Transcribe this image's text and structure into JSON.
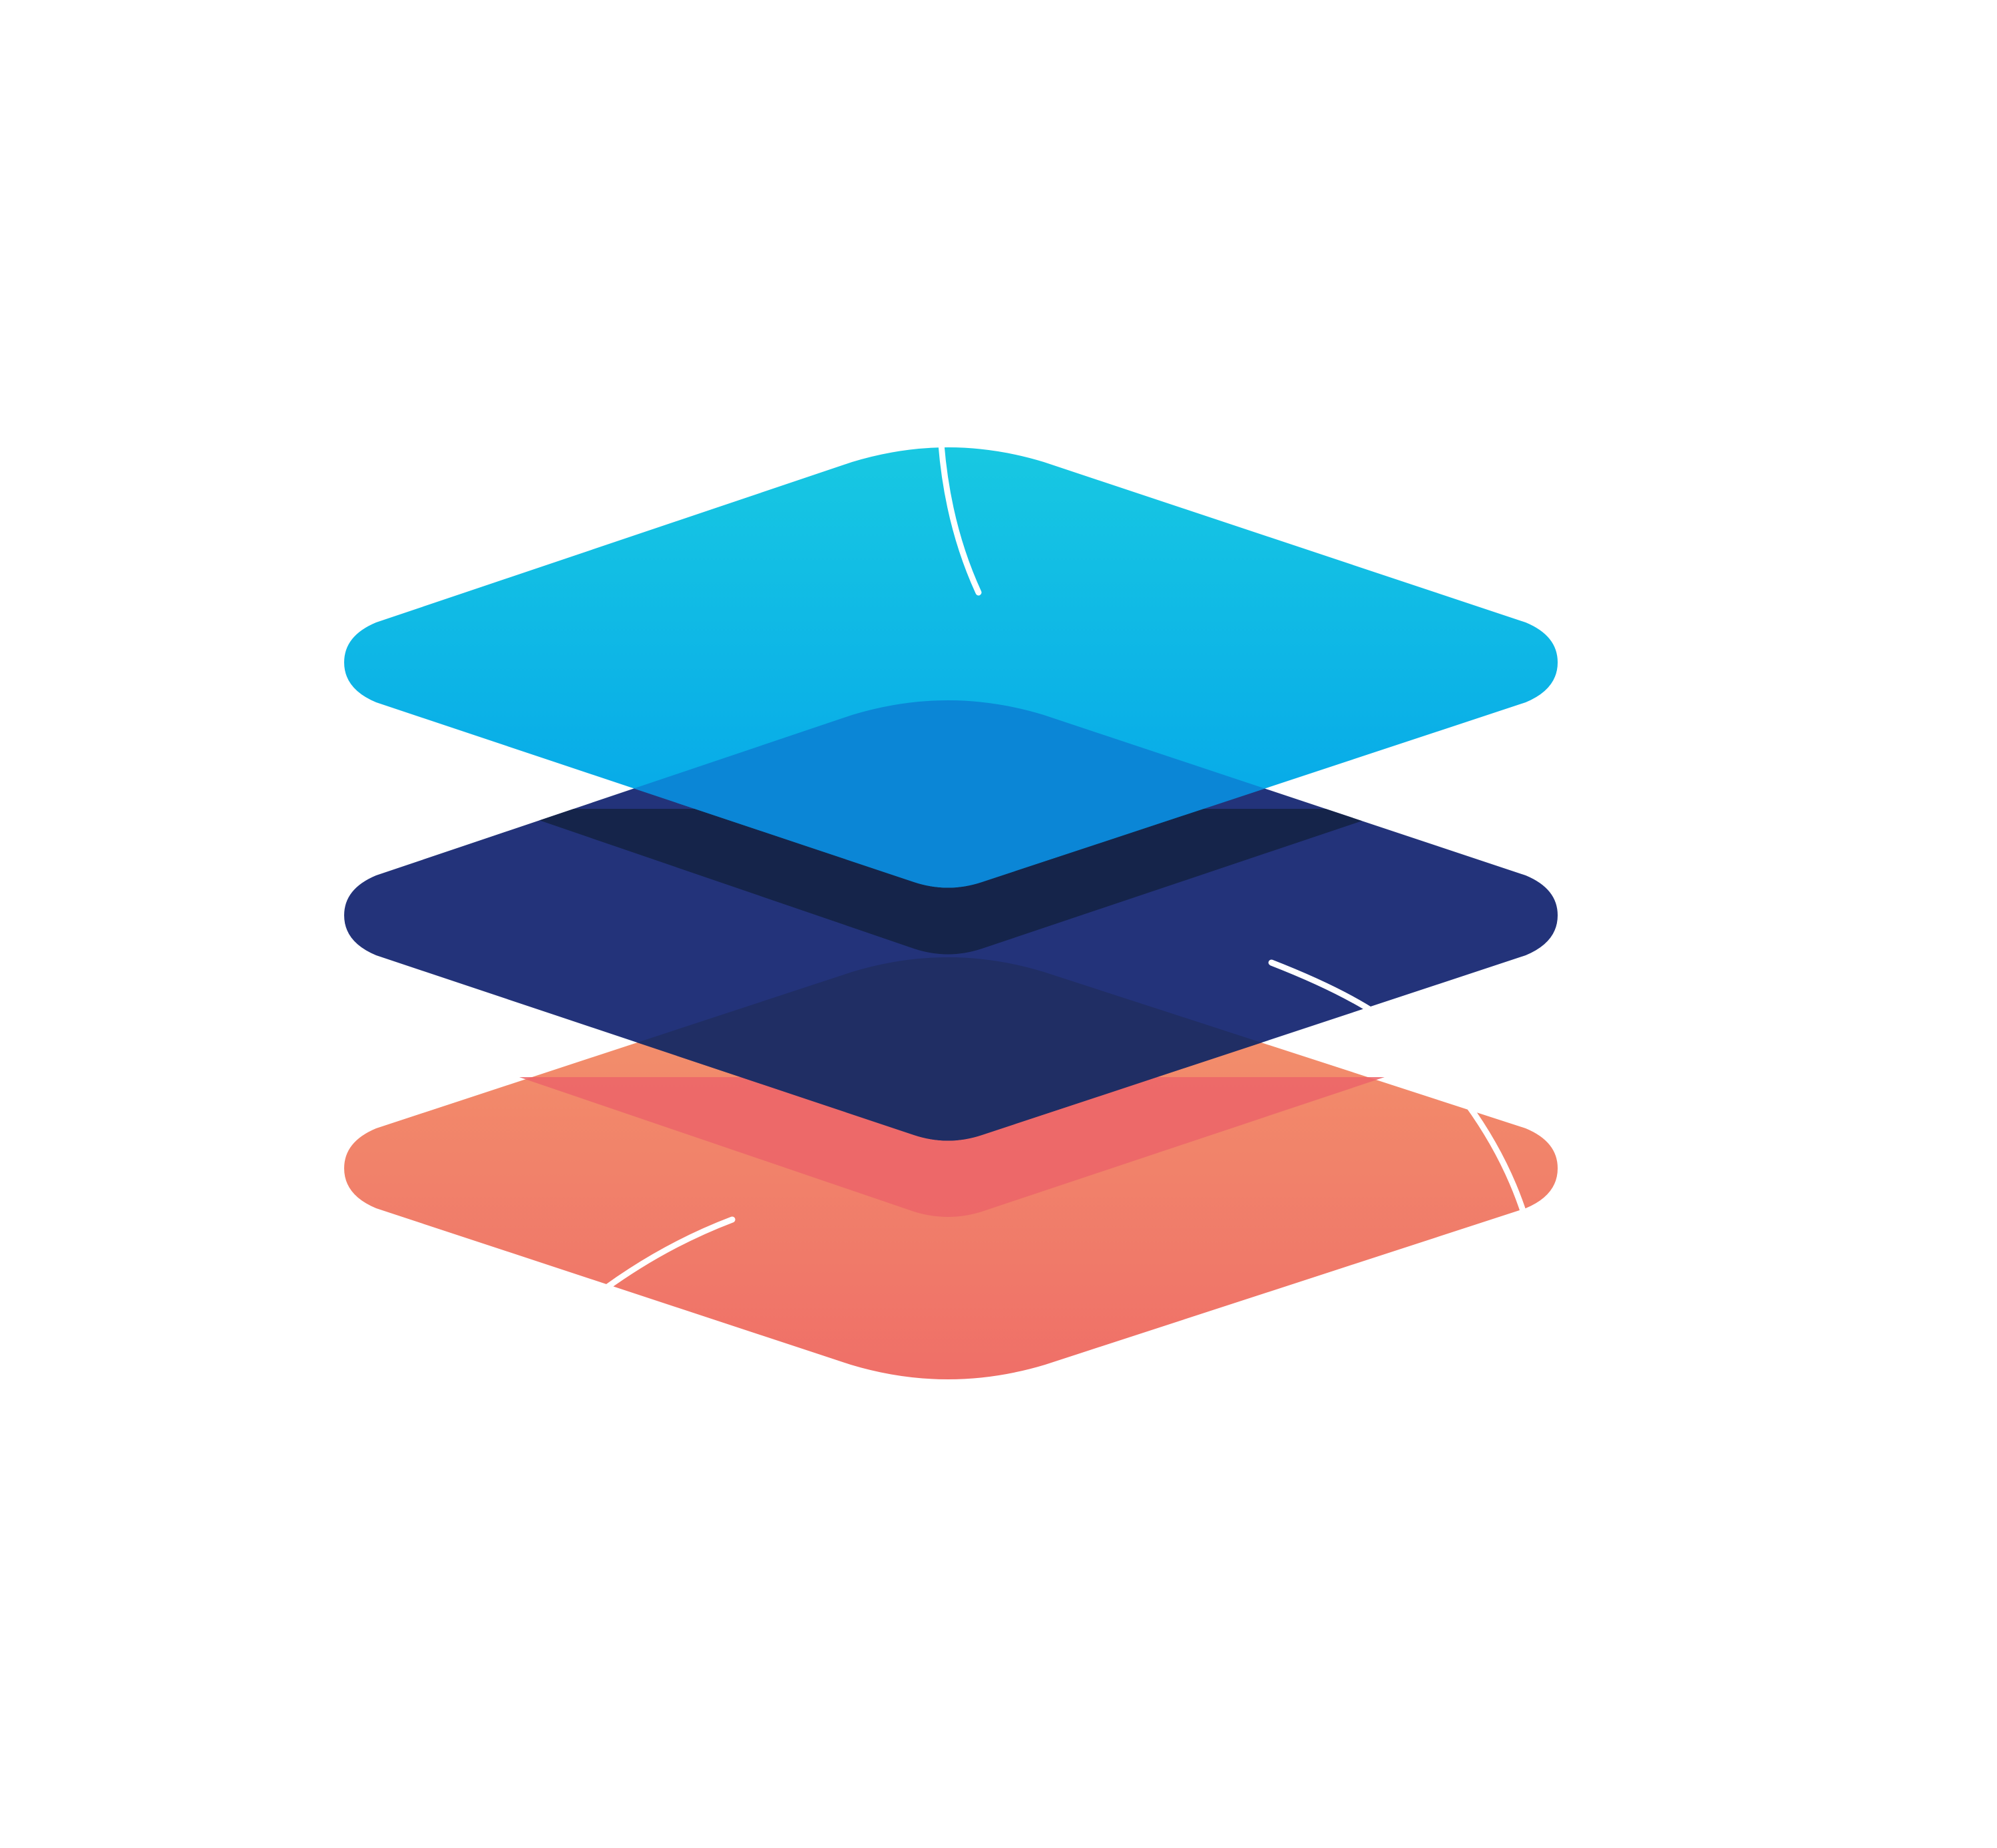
{
  "image": {
    "subject": "layers-stack-icon",
    "layer_count": 3,
    "background_color": "#ffffff"
  },
  "layers": [
    {
      "name": "top-layer",
      "gradient_top": "#18c8e2",
      "gradient_bottom": "#03a3ea"
    },
    {
      "name": "middle-layer",
      "color": "#23337a"
    },
    {
      "name": "bottom-layer",
      "gradient_top": "#f3956c",
      "gradient_bottom": "#ef6f68"
    }
  ],
  "overlap_colors": {
    "top_over_middle": "#0b86d6",
    "middle_shadow": "#15244a",
    "middle_over_bottom": "#202e64",
    "bottom_shadow": "#ec6468"
  },
  "accent_line_color": "#ffffff"
}
